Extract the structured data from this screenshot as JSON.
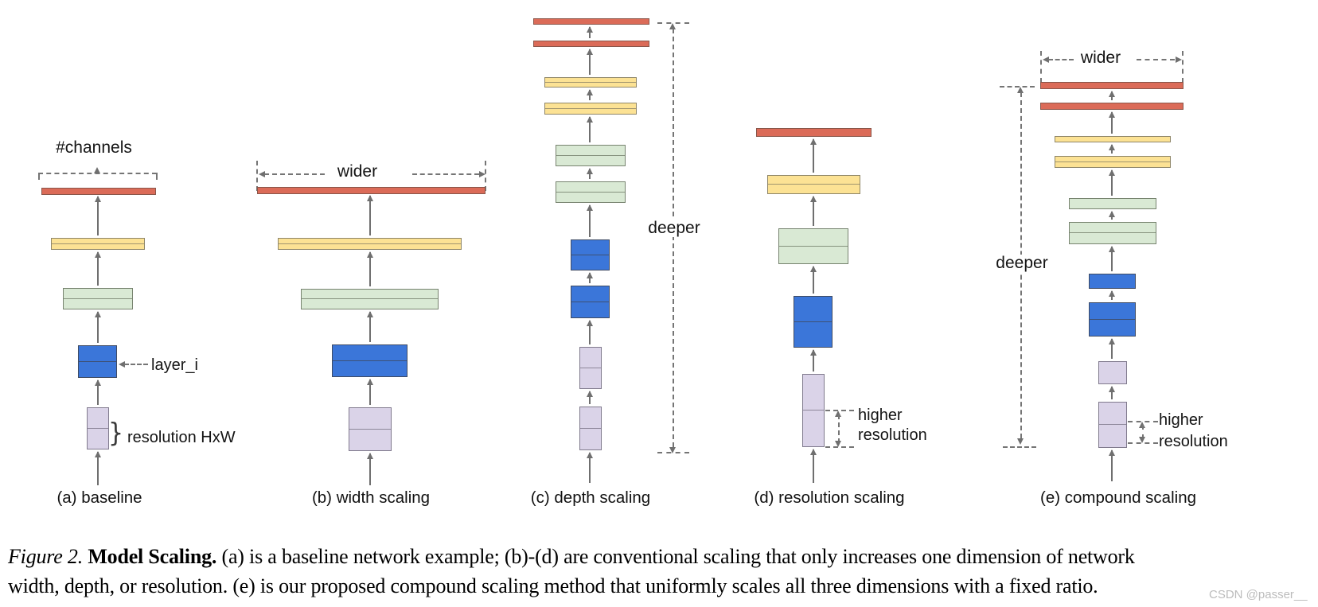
{
  "panel_labels": {
    "a": "(a) baseline",
    "b": "(b) width scaling",
    "c": "(c) depth scaling",
    "d": "(d) resolution scaling",
    "e": "(e) compound scaling"
  },
  "annotations": {
    "channels": "#channels",
    "layer_i": "layer_i",
    "resolution_brace": "}",
    "resolution_hxw": "resolution HxW",
    "wider_b": "wider",
    "deeper_c": "deeper",
    "higher_d": "higher",
    "higher_d2": "resolution",
    "wider_e": "wider",
    "deeper_e": "deeper",
    "higher_e": "higher",
    "higher_e2": "resolution"
  },
  "networks": [
    {
      "panel": "(a) baseline",
      "boxes_bottom_to_top": [
        {
          "color": "lavender",
          "cells": 2
        },
        {
          "color": "blue",
          "cells": 2
        },
        {
          "color": "green",
          "cells": 2
        },
        {
          "color": "yellow",
          "cells": 2
        },
        {
          "color": "red",
          "cells": 1
        }
      ]
    },
    {
      "panel": "(b) width scaling",
      "boxes_bottom_to_top": [
        {
          "color": "lavender",
          "cells": 2
        },
        {
          "color": "blue",
          "cells": 2
        },
        {
          "color": "green",
          "cells": 2
        },
        {
          "color": "yellow",
          "cells": 2
        },
        {
          "color": "red",
          "cells": 1
        }
      ]
    },
    {
      "panel": "(c) depth scaling",
      "boxes_bottom_to_top": [
        {
          "color": "lavender",
          "cells": 2
        },
        {
          "color": "lavender",
          "cells": 2
        },
        {
          "color": "blue",
          "cells": 2
        },
        {
          "color": "blue",
          "cells": 2
        },
        {
          "color": "green",
          "cells": 2
        },
        {
          "color": "green",
          "cells": 2
        },
        {
          "color": "yellow",
          "cells": 2
        },
        {
          "color": "yellow",
          "cells": 2
        },
        {
          "color": "red",
          "cells": 1
        },
        {
          "color": "red",
          "cells": 1
        }
      ]
    },
    {
      "panel": "(d) resolution scaling",
      "boxes_bottom_to_top": [
        {
          "color": "lavender",
          "cells": 2
        },
        {
          "color": "blue",
          "cells": 2
        },
        {
          "color": "green",
          "cells": 2
        },
        {
          "color": "yellow",
          "cells": 2
        },
        {
          "color": "red",
          "cells": 1
        }
      ]
    },
    {
      "panel": "(e) compound scaling",
      "boxes_bottom_to_top": [
        {
          "color": "lavender",
          "cells": 2
        },
        {
          "color": "lavender",
          "cells": 1
        },
        {
          "color": "blue",
          "cells": 2
        },
        {
          "color": "blue",
          "cells": 1
        },
        {
          "color": "green",
          "cells": 2
        },
        {
          "color": "green",
          "cells": 1
        },
        {
          "color": "yellow",
          "cells": 2
        },
        {
          "color": "yellow",
          "cells": 1
        },
        {
          "color": "red",
          "cells": 1
        },
        {
          "color": "red",
          "cells": 1
        }
      ]
    }
  ],
  "caption": {
    "figure_label": "Figure 2.",
    "title": "Model Scaling.",
    "line1_rest": "(a) is a baseline network example; (b)-(d) are conventional scaling that only increases one dimension of network",
    "line2": "width, depth, or resolution. (e) is our proposed compound scaling method that uniformly scales all three dimensions with a fixed ratio."
  },
  "watermark": "CSDN @passer__",
  "colors": {
    "layer_red": "#DB6B58",
    "layer_yellow": "#FCE294",
    "layer_green": "#D9E9D4",
    "layer_blue": "#3B76D9",
    "layer_lavender": "#DAD3E8",
    "stroke": "#6E6E6E",
    "arrow": "#6F6F6F",
    "text": "#141414",
    "watermark": "#BCBCBC"
  }
}
